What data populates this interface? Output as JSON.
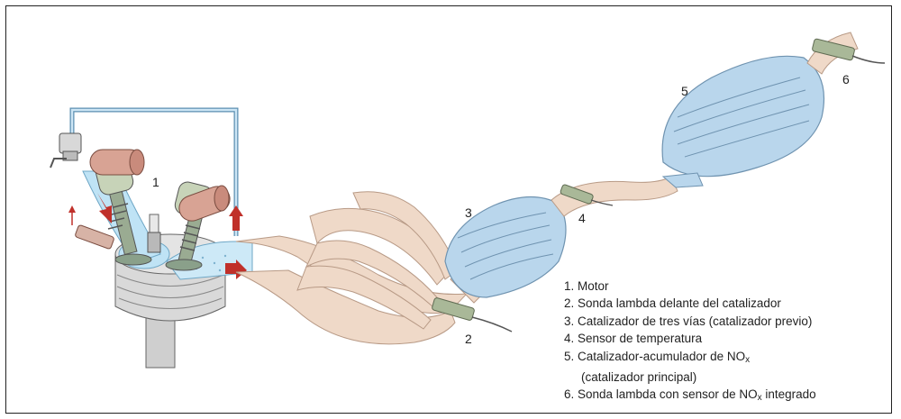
{
  "callouts": {
    "c1": "1",
    "c2": "2",
    "c3": "3",
    "c4": "4",
    "c5": "5",
    "c6": "6"
  },
  "legend": {
    "item1": "1. Motor",
    "item2": "2. Sonda lambda delante del catalizador",
    "item3": "3. Catalizador de tres vías (catalizador previo)",
    "item4": "4. Sensor de temperatura",
    "item5_a": "5. Catalizador-acumulador de NO",
    "item5_sub": "x",
    "item5_b": "(catalizador principal)",
    "item6_a": "6. Sonda lambda con sensor de NO",
    "item6_sub": "x",
    "item6_b": " integrado"
  },
  "colors": {
    "pipe": "#efd9c8",
    "pipe_edge": "#b89a86",
    "catalyst": "#b9d6ec",
    "catalyst_edge": "#6f93b0",
    "sensor": "#a9b898",
    "flow_arrow": "#c0302a",
    "cylinder": "#c8c8c8"
  }
}
